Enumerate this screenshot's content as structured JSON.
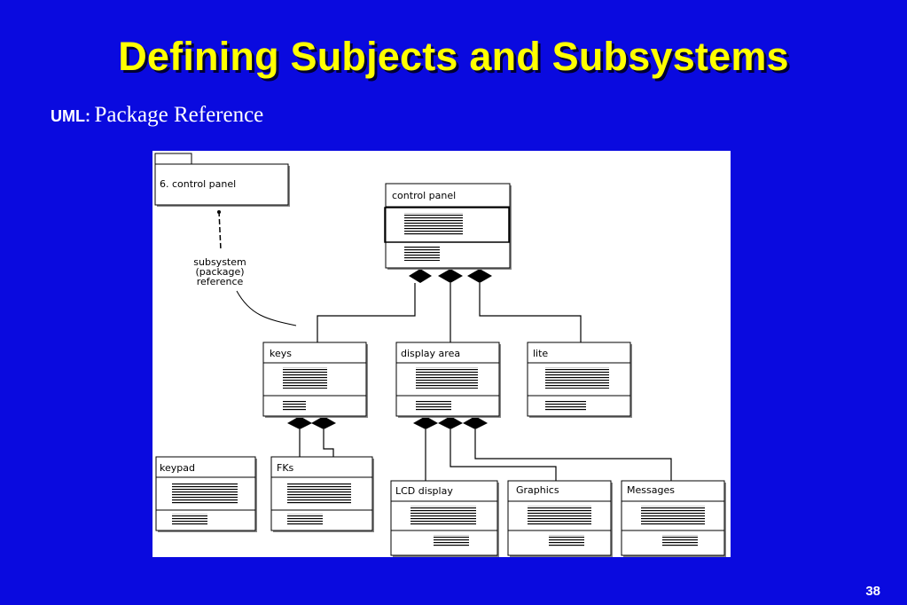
{
  "slide": {
    "title": "Defining Subjects and Subsystems",
    "subtitle_prefix": "UML:",
    "subtitle": "Package Reference",
    "page_number": "38"
  },
  "diagram": {
    "reference_package": "6. control panel",
    "note_lines": [
      "subsystem",
      "(package)",
      "reference"
    ],
    "classes": {
      "control_panel": "control panel",
      "keys": "keys",
      "display_area": "display area",
      "lite": "lite",
      "keypad": "keypad",
      "fks": "FKs",
      "lcd_display": "LCD display",
      "graphics": "Graphics",
      "messages": "Messages"
    }
  }
}
